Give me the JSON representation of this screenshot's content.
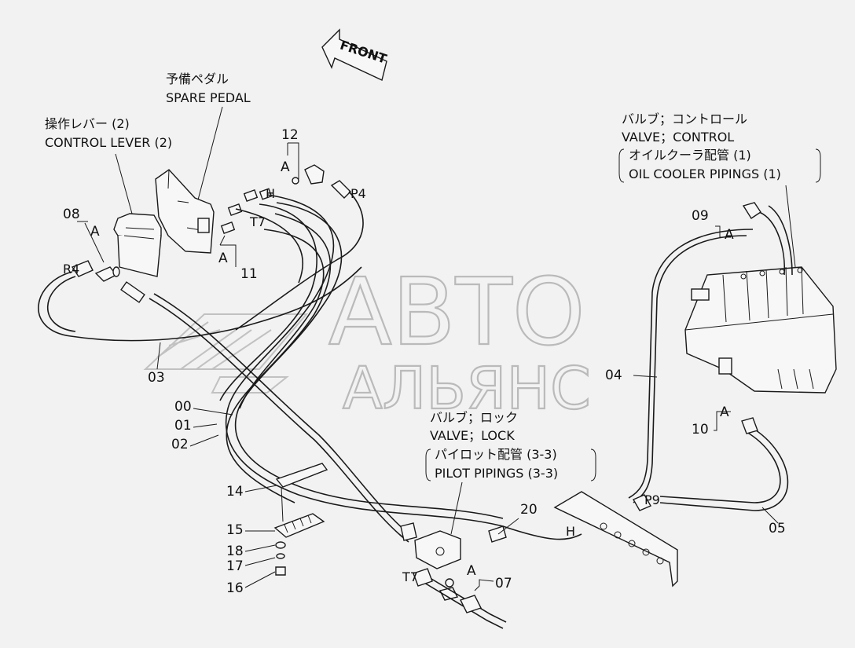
{
  "front_arrow": {
    "text": "FRONT"
  },
  "labels": {
    "spare_pedal_jp": "予備ペダル",
    "spare_pedal_en": "SPARE PEDAL",
    "control_lever_jp": "操作レバー (2)",
    "control_lever_en": "CONTROL LEVER (2)",
    "valve_control_jp": "バルブ；コントロール",
    "valve_control_en": "VALVE；CONTROL",
    "oil_cooler_jp": "オイルクーラ配管 (1)",
    "oil_cooler_en": "OIL COOLER PIPINGS (1)",
    "valve_lock_jp": "バルブ；ロック",
    "valve_lock_en": "VALVE；LOCK",
    "pilot_jp": "パイロット配管 (3-3)",
    "pilot_en": "PILOT PIPINGS (3-3)"
  },
  "callouts": {
    "n00": "00",
    "n01": "01",
    "n02": "02",
    "n03": "03",
    "n04": "04",
    "n05": "05",
    "n07": "07",
    "n08": "08",
    "n09": "09",
    "n10": "10",
    "n11": "11",
    "n12": "12",
    "n14": "14",
    "n15": "15",
    "n16": "16",
    "n17": "17",
    "n18": "18",
    "n20": "20"
  },
  "detail_letter": "A",
  "port_marks": {
    "r4_left": "R4",
    "p4": "P4",
    "h": "H",
    "t7_top": "T7",
    "t7_bottom": "T7",
    "h_bottom": "H",
    "p9": "P9"
  },
  "watermark": {
    "line1": "АВТО",
    "line2": "АЛЬЯНС"
  }
}
